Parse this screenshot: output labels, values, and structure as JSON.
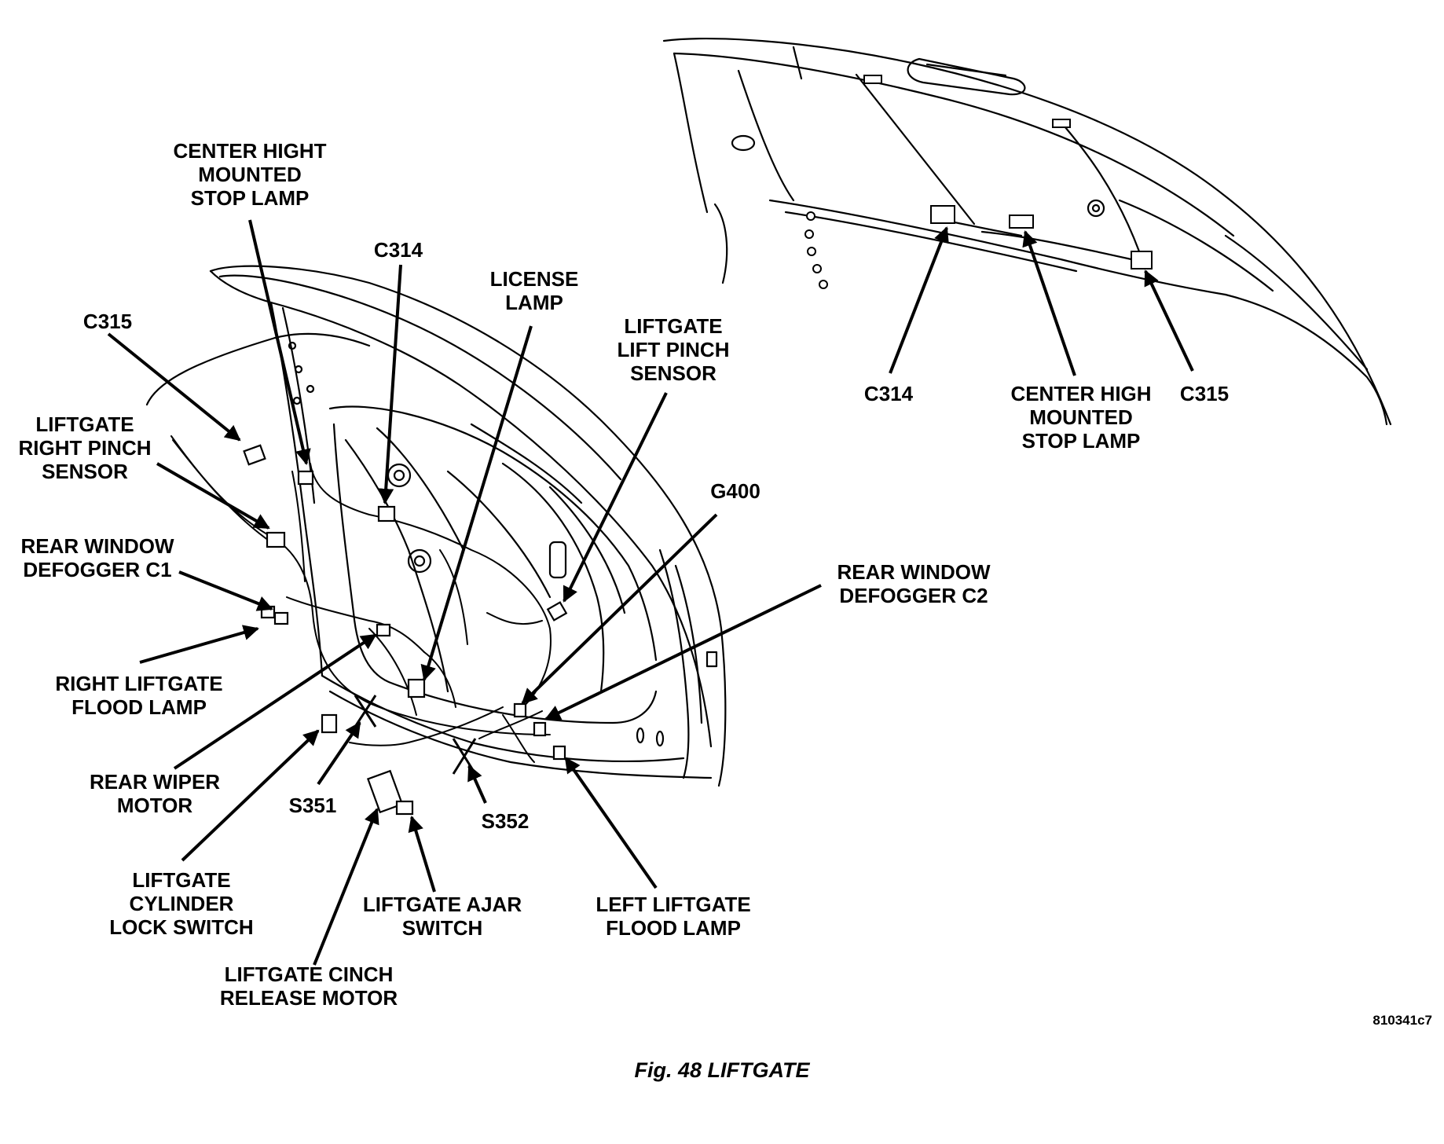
{
  "labels": {
    "chmsl_main": "CENTER HIGHT\nMOUNTED\nSTOP LAMP",
    "c314_main": "C314",
    "license_lamp": "LICENSE\nLAMP",
    "c315_main": "C315",
    "right_pinch": "LIFTGATE\nRIGHT PINCH\nSENSOR",
    "lift_pinch": "LIFTGATE\nLIFT PINCH\nSENSOR",
    "g400": "G400",
    "defogger_c1": "REAR WINDOW\nDEFOGGER C1",
    "defogger_c2": "REAR WINDOW\nDEFOGGER C2",
    "right_flood": "RIGHT LIFTGATE\nFLOOD LAMP",
    "rear_wiper": "REAR WIPER\nMOTOR",
    "s351": "S351",
    "s352": "S352",
    "cylinder_lock": "LIFTGATE\nCYLINDER\nLOCK SWITCH",
    "ajar_switch": "LIFTGATE AJAR\nSWITCH",
    "left_flood": "LEFT LIFTGATE\nFLOOD LAMP",
    "cinch_motor": "LIFTGATE CINCH\nRELEASE MOTOR",
    "c314_inset": "C314",
    "chmsl_inset": "CENTER HIGH\nMOUNTED\nSTOP LAMP",
    "c315_inset": "C315"
  },
  "figure_code": "810341c7",
  "caption": "Fig. 48 LIFTGATE"
}
